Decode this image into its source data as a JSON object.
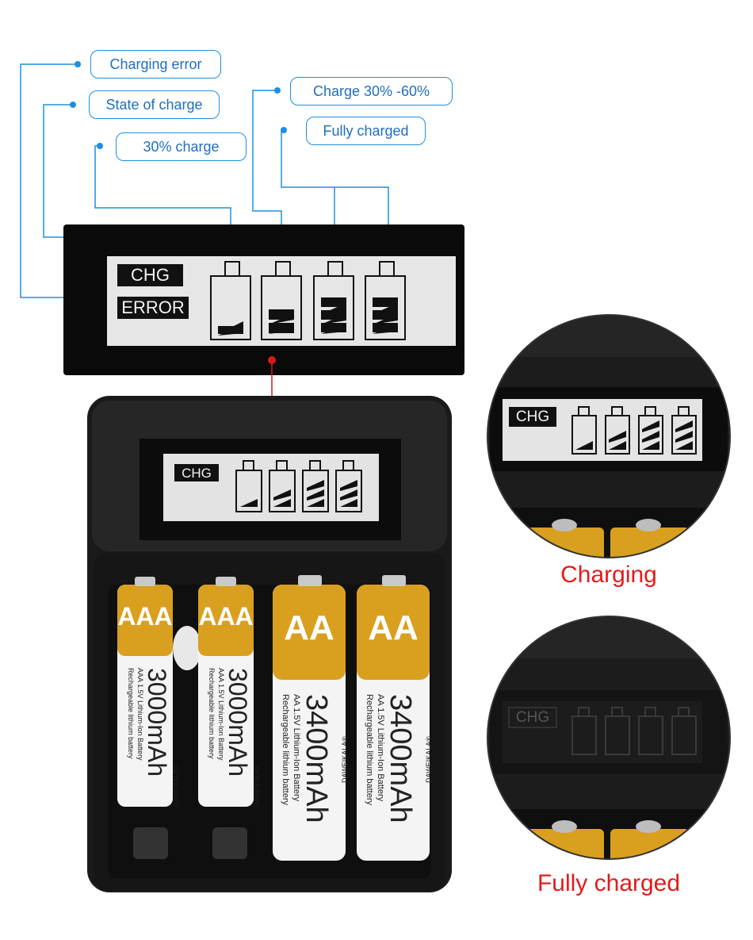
{
  "callouts": {
    "charging_error": "Charging error",
    "state_of_charge": "State of charge",
    "charge_30": "30% charge",
    "charge_30_60": "Charge 30% -60%",
    "fully_charged": "Fully charged"
  },
  "lcd": {
    "chg": "CHG",
    "error": "ERROR"
  },
  "captions": {
    "charging": "Charging",
    "fully_charged": "Fully charged"
  },
  "batteries": [
    {
      "type": "AAA",
      "capacity": "3000mAh",
      "spec": "AAA 1.5V Lithium-Ion Battery",
      "desc": "Rechargeable lithium battery",
      "brand": "DAWEIKALA®"
    },
    {
      "type": "AAA",
      "capacity": "3000mAh",
      "spec": "AAA 1.5V Lithium-Ion Battery",
      "desc": "Rechargeable lithium battery",
      "brand": "DAWEIKALA®"
    },
    {
      "type": "AA",
      "capacity": "3400mAh",
      "spec": "AA 1.5V Lithium-Ion Battery",
      "desc": "Rechargeable lithium battery",
      "brand": "DAWEIKALA®"
    },
    {
      "type": "AA",
      "capacity": "3400mAh",
      "spec": "AA 1.5V Lithium-Ion Battery",
      "desc": "Rechargeable lithium battery",
      "brand": "DAWEIKALA®"
    }
  ],
  "colors": {
    "callout_blue": "#1e8fe0",
    "caption_red": "#e31b1b",
    "battery_gold": "#d9a020"
  }
}
